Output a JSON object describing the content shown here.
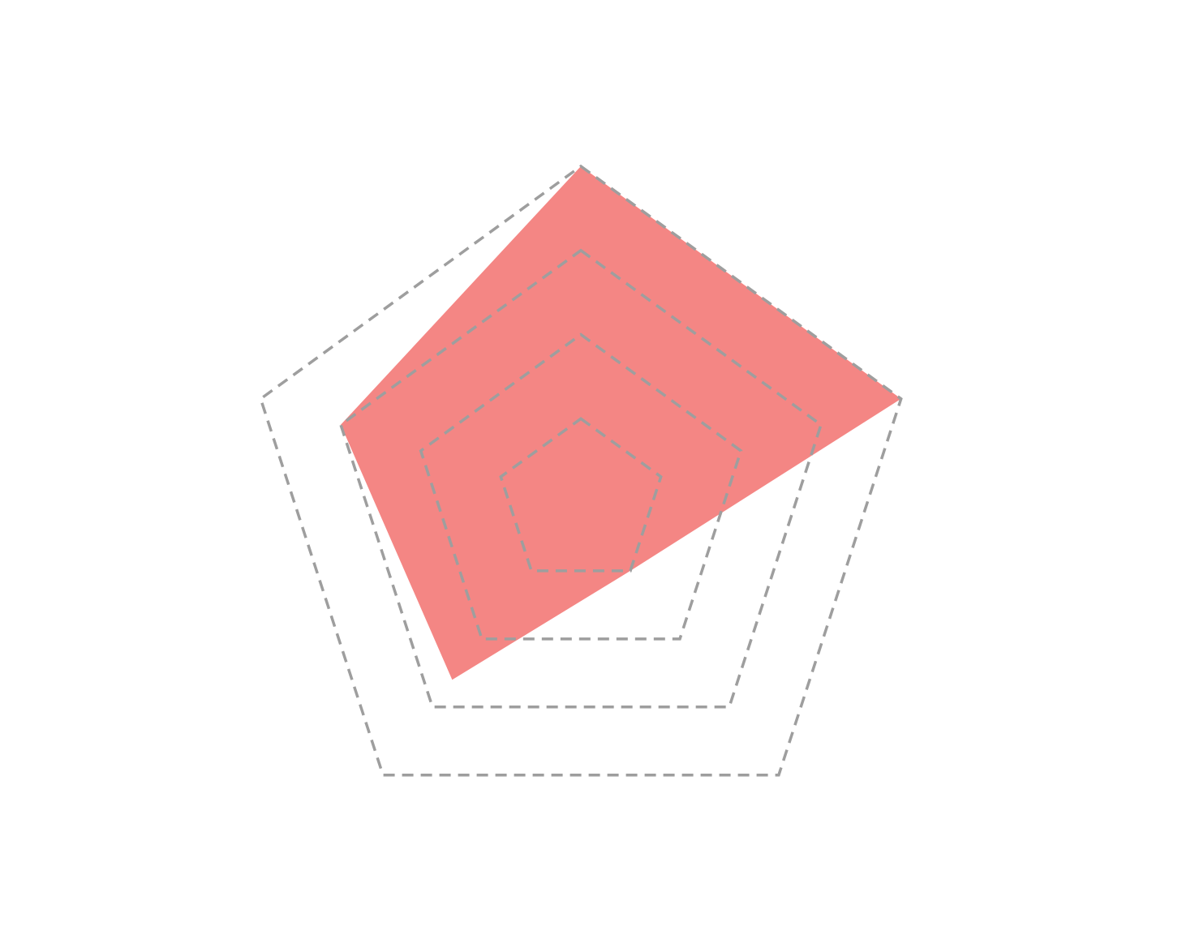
{
  "chart_data": {
    "type": "radar",
    "axes": [
      "",
      "",
      "",
      "",
      ""
    ],
    "rlim": [
      0,
      4
    ],
    "grid_levels": [
      1,
      2,
      3,
      4
    ],
    "grid": true,
    "grid_style": "dashed",
    "legend": "none",
    "series": [
      {
        "values": [
          4.0,
          4.0,
          1.0,
          2.6,
          3.0
        ]
      }
    ]
  },
  "colors": {
    "background": "#ffffff",
    "series_fill": "#ef5350",
    "series_fill_opacity": 0.7,
    "grid": "#9e9e9e"
  }
}
